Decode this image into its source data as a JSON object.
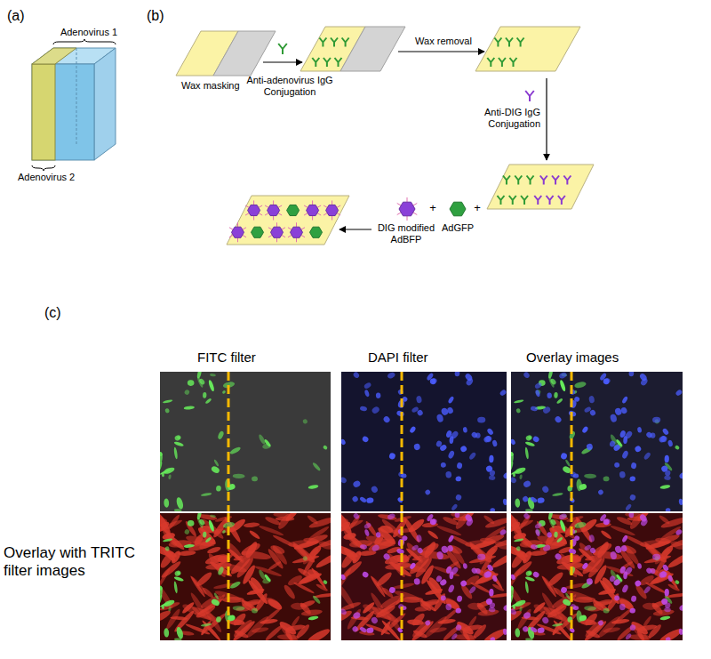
{
  "diagram": {
    "nodes": [
      {
        "text": [
          "Wax masking"
        ]
      },
      {
        "text": [
          "FITC filter"
        ]
      },
      {
        "text": [
          "DAPI filter"
        ]
      },
      {
        "text": [
          "Overlay images"
        ]
      }
    ],
    "labels": [
      "(a)",
      "(b)",
      "Adenovirus 1",
      "Adenovirus 2",
      "Anti-adenovirus IgG Conjugation",
      "Wax removal",
      "Anti-DIG IgG Conjugation",
      "DIG modified AdBFP",
      "AdGFP",
      "+",
      "+",
      "(c)",
      "Overlay with TRITC filter images"
    ]
  }
}
